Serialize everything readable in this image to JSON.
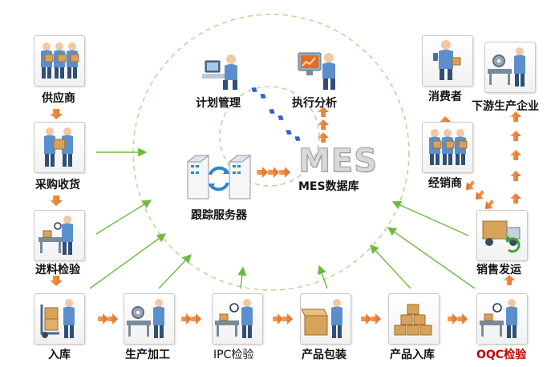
{
  "center": {
    "mes_logo": "MES",
    "mes_db_label": "MES数据库",
    "tracking_server_label": "跟踪服务器",
    "planning_label": "计划管理",
    "analysis_label": "执行分析"
  },
  "left_chain": {
    "supplier": "供应商",
    "purchase_receiving": "采购收货",
    "incoming_inspection": "进料检验"
  },
  "bottom_chain": {
    "warehouse_in": "入库",
    "production": "生产加工",
    "ipc_inspection": "IPC检验",
    "packaging": "产品包装",
    "product_storage": "产品入库",
    "oqc_inspection": "OQC检验"
  },
  "right_chain": {
    "sales_shipping": "销售发运",
    "distributor": "经销商",
    "consumer": "消费者",
    "downstream_enterprise": "下游生产企业"
  },
  "colors": {
    "arrow_orange": "#e8742a",
    "arrow_green": "#6dbb3e",
    "dashed_circle": "#b9da9a",
    "diamond_blue": "#2a5fd8",
    "oqc_red": "#c00000",
    "server_blue": "#2f86c8"
  }
}
